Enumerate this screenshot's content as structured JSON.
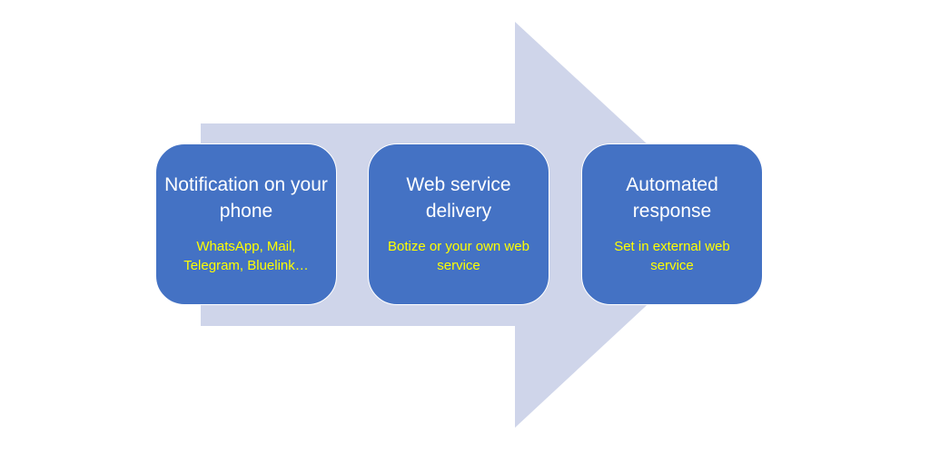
{
  "colors": {
    "arrow_fill": "#cfd5ea",
    "box_fill": "#4472c4",
    "title_text": "#ffffff",
    "desc_text": "#ffff00"
  },
  "steps": [
    {
      "title": "Notification on your phone",
      "description": "WhatsApp, Mail, Telegram, Bluelink…"
    },
    {
      "title": "Web service delivery",
      "description": "Botize or your own web service"
    },
    {
      "title": "Automated response",
      "description": "Set in external web service"
    }
  ]
}
